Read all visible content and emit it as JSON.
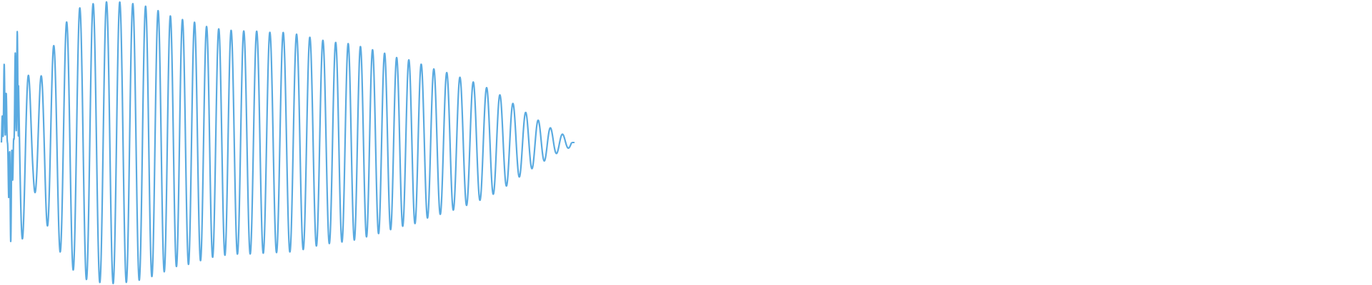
{
  "waveform": {
    "color": "#5aaae0",
    "envelope": [
      0.5,
      0.86,
      0.32,
      0.62,
      0.84,
      0.96,
      0.99,
      1.0,
      0.99,
      0.97,
      0.93,
      0.88,
      0.86,
      0.82,
      0.8,
      0.79,
      0.79,
      0.78,
      0.78,
      0.76,
      0.73,
      0.71,
      0.7,
      0.67,
      0.64,
      0.6,
      0.58,
      0.53,
      0.5,
      0.46,
      0.42,
      0.37,
      0.3,
      0.22,
      0.15,
      0.08,
      0.03
    ]
  }
}
